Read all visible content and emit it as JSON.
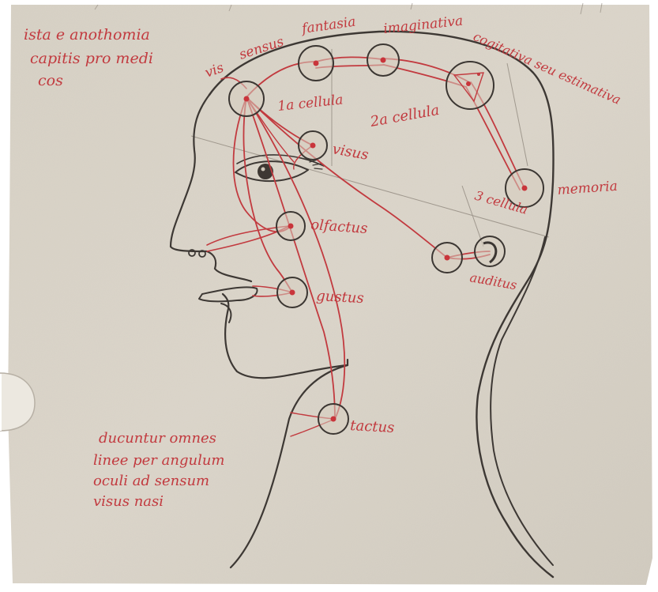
{
  "colors": {
    "parchment": "#dcd6cb",
    "red_ink": "#c23a3f",
    "dark_ink": "#3d3834",
    "background": "#ffffff"
  },
  "labels": {
    "title_note": [
      "ista e anothomia",
      "capitis pro medi",
      "cos"
    ],
    "virtus": "vis",
    "sensus_communis": "sensus",
    "fantasia": "fantasia",
    "imaginativa": "imaginativa",
    "cogitativa": "cogitativa seu estimativa",
    "first_cell": "1a cellula",
    "second_cell": "2a cellula",
    "third_cell": "3 cellula",
    "visus": "visus",
    "memoria": "memoria",
    "olfactus": "olfactus",
    "auditus": "auditus",
    "gustus": "gustus",
    "tactus": "tactus",
    "bottom_note": [
      "ducuntur omnes",
      "linee per angulum",
      "oculi ad sensum",
      "visus nasi"
    ]
  }
}
